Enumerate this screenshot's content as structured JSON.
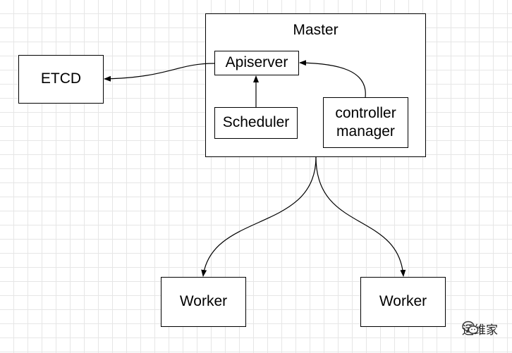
{
  "diagram": {
    "master": {
      "title": "Master"
    },
    "apiserver": {
      "label": "Apiserver"
    },
    "scheduler": {
      "label": "Scheduler"
    },
    "controller_manager": {
      "line1": "controller",
      "line2": "manager"
    },
    "etcd": {
      "label": "ETCD"
    },
    "workers": [
      {
        "label": "Worker"
      },
      {
        "label": "Worker"
      }
    ]
  },
  "watermark": {
    "text": "运维家",
    "icon": "wechat-icon"
  },
  "colors": {
    "stroke": "#000000",
    "grid": "#e6e6e6",
    "background": "#ffffff"
  }
}
